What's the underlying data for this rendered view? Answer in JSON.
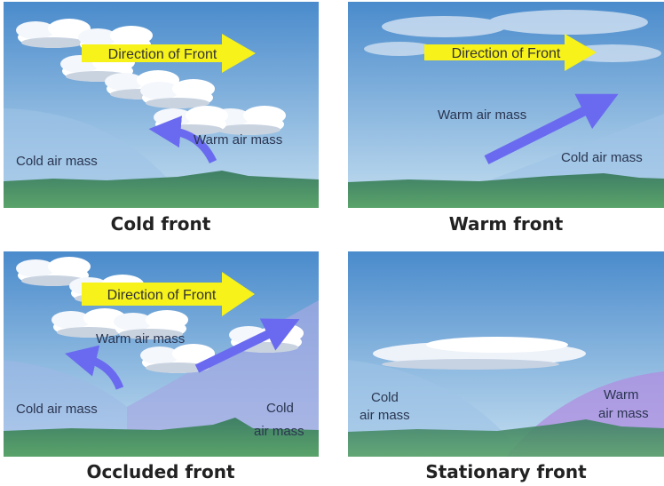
{
  "panels": [
    {
      "title": "Cold front",
      "direction": "Direction of Front",
      "warm": "Warm air mass",
      "cold": "Cold air mass"
    },
    {
      "title": "Warm front",
      "direction": "Direction of Front",
      "warm": "Warm air mass",
      "cold": "Cold air mass"
    },
    {
      "title": "Occluded front",
      "direction": "Direction of Front",
      "warm": "Warm air mass",
      "cold_left": "Cold air mass",
      "cold_right_1": "Cold",
      "cold_right_2": "air mass"
    },
    {
      "title": "Stationary front",
      "cold_1": "Cold",
      "cold_2": "air mass",
      "warm_1": "Warm",
      "warm_2": "air mass"
    }
  ],
  "colors": {
    "sky_top": "#4a8bcc",
    "sky_bottom": "#c4def0",
    "ground": "#4e9563",
    "arrow": "#6a6af0",
    "direction_arrow": "#f6f21a",
    "cold_mass": "#9fc3e6",
    "warm_mass": "#b08ee0"
  }
}
